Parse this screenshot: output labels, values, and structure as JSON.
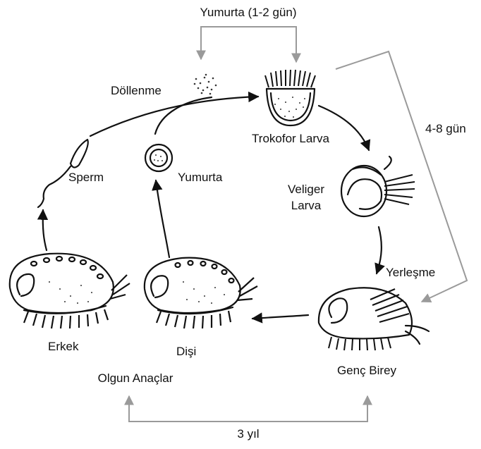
{
  "labels": {
    "egg_top": "Yumurta (1-2 gün)",
    "fertilization": "Döllenme",
    "trochophore": "Trokofor Larva",
    "duration_4_8": "4-8 gün",
    "sperm": "Sperm",
    "egg": "Yumurta",
    "veliger_line1": "Veliger",
    "veliger_line2": "Larva",
    "settlement": "Yerleşme",
    "male": "Erkek",
    "female": "Dişi",
    "juvenile": "Genç Birey",
    "adults": "Olgun Anaçlar",
    "three_years": "3 yıl"
  },
  "colors": {
    "ink": "#111111",
    "bracket": "#9a9a9a"
  }
}
